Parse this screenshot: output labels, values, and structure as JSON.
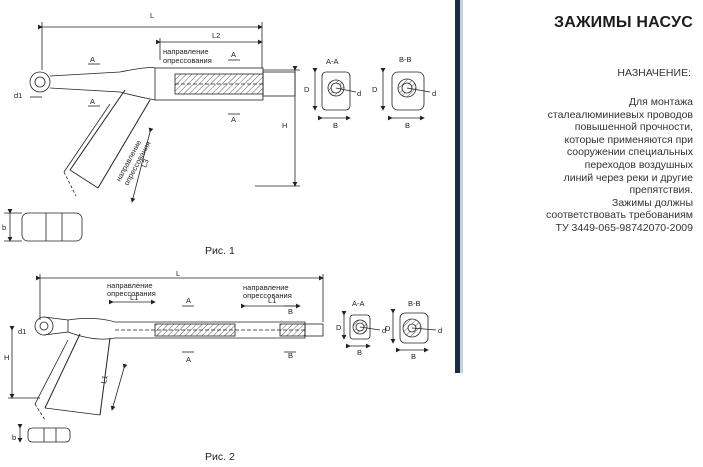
{
  "info": {
    "title": "ЗАЖИМЫ НАСУС",
    "subtitle": "НАЗНАЧЕНИЕ:",
    "body": "Для монтажа\nсталеалюминиевых проводов\nповышенной прочности,\nкоторые применяются при\nсооружении специальных\nпереходов воздушных\nлиний через реки и другие\nпрепятствия.\nЗажимы должны\nсоответствовать требованиям\nТУ 3449-065-98742070-2009"
  },
  "figure1": {
    "caption": "Рис. 1",
    "labels": {
      "L": "L",
      "L2": "L2",
      "L3": "L3",
      "H": "H",
      "d1": "d1",
      "b": "b",
      "A": "A",
      "press_line1": "направление",
      "press_line2": "опрессования",
      "sec_AA": "А-А",
      "sec_BB": "В-В",
      "D": "D",
      "d": "d",
      "B": "B"
    }
  },
  "figure2": {
    "caption": "Рис. 2",
    "labels": {
      "L": "L",
      "L1": "L1",
      "H": "H",
      "d1": "d1",
      "b": "b",
      "A": "A",
      "B": "B",
      "press_line1": "направление",
      "press_line2": "опрессования",
      "sec_AA": "А-А",
      "sec_BB": "В-В",
      "D": "D",
      "d": "d"
    }
  }
}
